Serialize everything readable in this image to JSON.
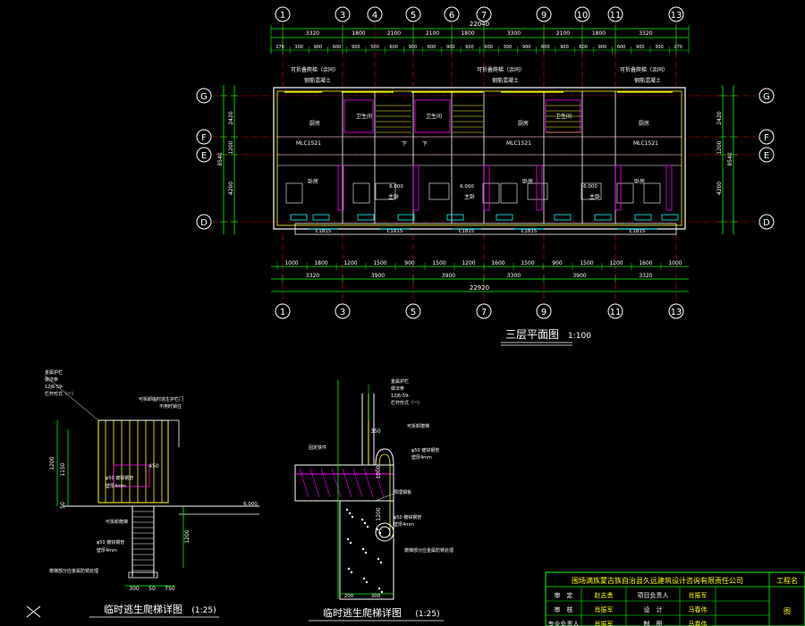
{
  "top_axes": [
    "1",
    "3",
    "4",
    "5",
    "6",
    "7",
    "9",
    "10",
    "11",
    "13"
  ],
  "bottom_axes": [
    "1",
    "3",
    "5",
    "7",
    "9",
    "11",
    "13"
  ],
  "side_axes": [
    "G",
    "F",
    "E",
    "D"
  ],
  "top_dims_row1": [
    "3320",
    "1800",
    "2100",
    "2100",
    "1800",
    "3300",
    "2100",
    "1800",
    "3320"
  ],
  "top_total": "22040",
  "bottom_dims_row1": [
    "1000",
    "1800",
    "1200",
    "1500",
    "900",
    "1500",
    "1200",
    "1600",
    "1500",
    "900",
    "1500",
    "1200",
    "1600",
    "1000"
  ],
  "bottom_dims_row2": [
    "3320",
    "3900",
    "3900",
    "3300",
    "3900",
    "3320"
  ],
  "bottom_total": "22920",
  "left_dims": [
    "2420",
    "1200",
    "4200"
  ],
  "left_total": "8540",
  "right_dims": [
    "2420",
    "1200",
    "4200"
  ],
  "right_total": "8540",
  "room_labels": {
    "stair_note_left": "可折叠爬梯（余同）",
    "stair_note_right": "可折叠爬梯（余同）",
    "net_left": "钢筋混凝土",
    "net_right": "钢筋混凝土",
    "wc1": "卫生间",
    "wc2": "卫生间",
    "wc3": "卫生间",
    "kitchen1": "厨房",
    "kitchen2": "厨房",
    "kitchen3": "厨房",
    "bed1": "卧房",
    "bed2": "卧房",
    "bed3": "卧房",
    "master1": "主卧",
    "master2": "主卧",
    "master3": "主卧",
    "down1": "下",
    "down2": "下",
    "door1": "MLC1521",
    "door2": "MLC1521",
    "door3": "MLC1521",
    "win1": "C1815",
    "win2": "C1815",
    "win3": "C1815",
    "win4": "C1815",
    "win5": "C1815",
    "elev": "6.000"
  },
  "plan_title": "三层平面图",
  "plan_scale": "1:100",
  "detail1": {
    "title": "临时逃生爬梯详图",
    "scale": "1:25",
    "notes": [
      "金属护栏",
      "做法参",
      "12J6-59-",
      "栏杆形式（一）",
      "可拆卸临时逃生护栏门",
      "不用时锁住",
      "φ50 镀锌钢管",
      "壁厚4mm",
      "可拆卸爬梯",
      "φ50 镀锌钢管",
      "壁厚4mm",
      "爬梯部分应金属防锈处理"
    ],
    "dims": [
      "1200",
      "1150",
      "50",
      "300",
      "50",
      "750",
      "450",
      "300",
      "1200",
      "6.000"
    ]
  },
  "detail2": {
    "title": "临时逃生爬梯详图",
    "scale": "1:25",
    "notes": [
      "金属护栏",
      "做法参",
      "12J6-59-",
      "栏杆形式（一）",
      "可拆卸爬梯",
      "固定铁件",
      "φ50 镀锌钢管",
      "壁厚4mm",
      "预埋钢板",
      "φ50 镀锌钢管",
      "壁厚4mm",
      "爬梯部分应金属防锈处理"
    ],
    "dims": [
      "350",
      "1200",
      "1000",
      "200",
      "300"
    ]
  },
  "title_block": {
    "company": "围场满族蒙古族自治县久远建筑设计咨询有限责任公司",
    "right_label": "工程名",
    "rows": [
      [
        "审　定",
        "赵志勇",
        "项目负责人",
        "肖振军"
      ],
      [
        "审　核",
        "肖振军",
        "设　计",
        "马春伟"
      ],
      [
        "专业负责人",
        "肖振军",
        "制　图",
        "马春伟"
      ]
    ],
    "side": "图"
  },
  "colors": {
    "white": "#ffffff",
    "green": "#00ff00",
    "yellow": "#ffff00",
    "cyan": "#00ffff",
    "magenta": "#ff00ff",
    "red": "#ff0000",
    "blue": "#4060ff"
  }
}
